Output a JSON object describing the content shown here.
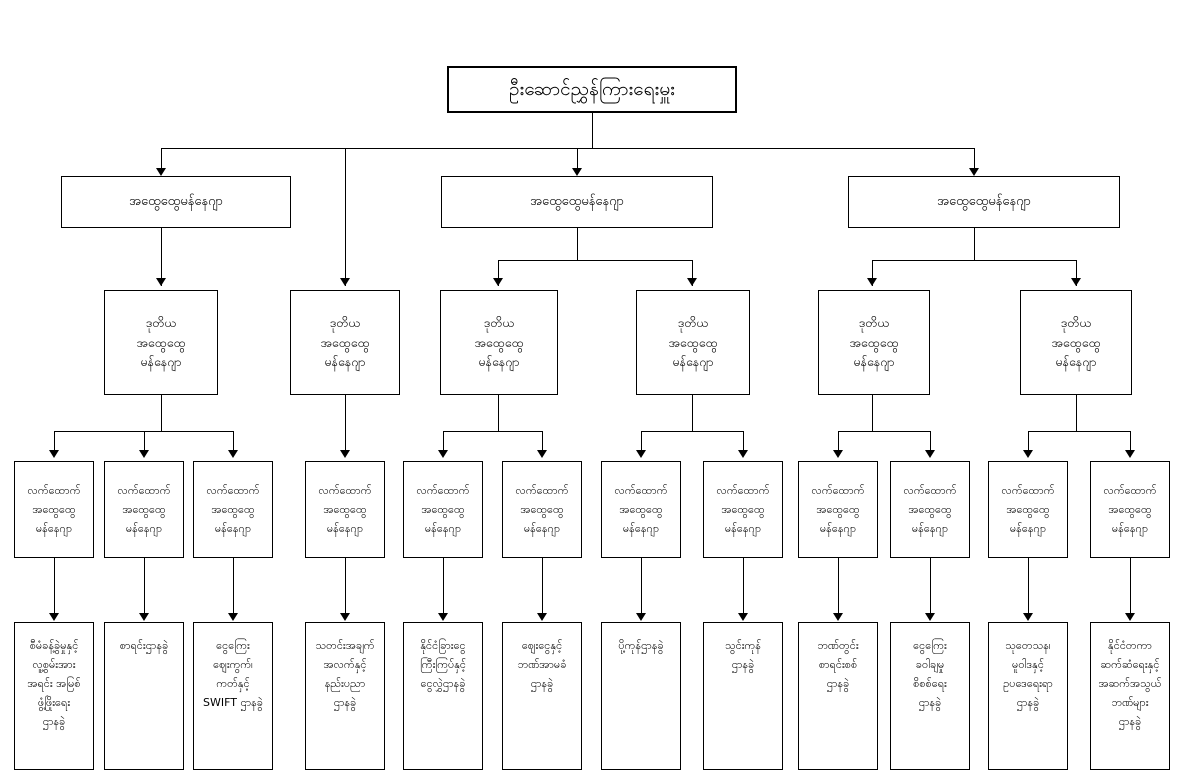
{
  "chart": {
    "title": "Organization Chart",
    "language": "Burmese",
    "orientation": "top-down",
    "levels": 5,
    "line_color": "#000000",
    "box_fill": "#ffffff",
    "box_border": "#000000"
  },
  "root": {
    "id": "root",
    "label": "ဦးဆောင်ညွှန်ကြားရေးမှူး",
    "role": "director-general"
  },
  "general_managers": [
    {
      "id": "gm1",
      "label": "အထွေထွေမန်နေဂျာ"
    },
    {
      "id": "gm2",
      "label": "အထွေထွေမန်နေဂျာ"
    },
    {
      "id": "gm3",
      "label": "အထွေထွေမန်နေဂျာ"
    }
  ],
  "deputy_general_managers": [
    {
      "id": "dgm1",
      "label": "ဒုတိယ\nအထွေထွေ\nမန်နေဂျာ",
      "parent": "gm1"
    },
    {
      "id": "dgm2",
      "label": "ဒုတိယ\nအထွေထွေ\nမန်နေဂျာ",
      "parent": "gm1"
    },
    {
      "id": "dgm3",
      "label": "ဒုတိယ\nအထွေထွေ\nမန်နေဂျာ",
      "parent": "gm2"
    },
    {
      "id": "dgm4",
      "label": "ဒုတိယ\nအထွေထွေ\nမန်နေဂျာ",
      "parent": "gm2"
    },
    {
      "id": "dgm5",
      "label": "ဒုတိယ\nအထွေထွေ\nမန်နေဂျာ",
      "parent": "gm3"
    },
    {
      "id": "dgm6",
      "label": "ဒုတိယ\nအထွေထွေ\nမန်နေဂျာ",
      "parent": "gm3"
    }
  ],
  "assistant_general_managers": [
    {
      "id": "agm1",
      "label": "လက်ထောက်\nအထွေထွေ\nမန်နေဂျာ",
      "parent": "dgm1"
    },
    {
      "id": "agm2",
      "label": "လက်ထောက်\nအထွေထွေ\nမန်နေဂျာ",
      "parent": "dgm1"
    },
    {
      "id": "agm3",
      "label": "လက်ထောက်\nအထွေထွေ\nမန်နေဂျာ",
      "parent": "dgm1"
    },
    {
      "id": "agm4",
      "label": "လက်ထောက်\nအထွေထွေ\nမန်နေဂျာ",
      "parent": "dgm2"
    },
    {
      "id": "agm5",
      "label": "လက်ထောက်\nအထွေထွေ\nမန်နေဂျာ",
      "parent": "dgm3"
    },
    {
      "id": "agm6",
      "label": "လက်ထောက်\nအထွေထွေ\nမန်နေဂျာ",
      "parent": "dgm3"
    },
    {
      "id": "agm7",
      "label": "လက်ထောက်\nအထွေထွေ\nမန်နေဂျာ",
      "parent": "dgm4"
    },
    {
      "id": "agm8",
      "label": "လက်ထောက်\nအထွေထွေ\nမန်နေဂျာ",
      "parent": "dgm4"
    },
    {
      "id": "agm9",
      "label": "လက်ထောက်\nအထွေထွေ\nမန်နေဂျာ",
      "parent": "dgm5"
    },
    {
      "id": "agm10",
      "label": "လက်ထောက်\nအထွေထွေ\nမန်နေဂျာ",
      "parent": "dgm5"
    },
    {
      "id": "agm11",
      "label": "လက်ထောက်\nအထွေထွေ\nမန်နေဂျာ",
      "parent": "dgm6"
    },
    {
      "id": "agm12",
      "label": "လက်ထောက်\nအထွေထွေ\nမန်နေဂျာ",
      "parent": "dgm6"
    }
  ],
  "departments": [
    {
      "id": "dep1",
      "label": "စီမံခန့်ခွဲမှုနှင့်\nလူ့စွမ်းအား\nအရင်း အမြစ်\nဖွံ့ဖြိုးရေး\nဌာနခွဲ",
      "parent": "agm1"
    },
    {
      "id": "dep2",
      "label": "စာရင်းဌာနခွဲ",
      "parent": "agm2"
    },
    {
      "id": "dep3",
      "label": "ငွေကြေး\nဈေးကွက်၊\nကတ်နှင့်\nSWIFT ဌာနခွဲ",
      "parent": "agm3"
    },
    {
      "id": "dep4",
      "label": "သတင်းအချက်\nအလက်နှင့်\nနည်းပညာ\nဌာနခွဲ",
      "parent": "agm4"
    },
    {
      "id": "dep5",
      "label": "နိုင်ငံခြားငွေ\nကြီးကြပ်နှင့်\nငွေလွှဲဌာနခွဲ",
      "parent": "agm5"
    },
    {
      "id": "dep6",
      "label": "ဈေးငွေနှင့်\nဘဏ်အာမခံ\nဌာနခွဲ",
      "parent": "agm6"
    },
    {
      "id": "dep7",
      "label": "ပို့ကုန်ဌာနခွဲ",
      "parent": "agm7"
    },
    {
      "id": "dep8",
      "label": "သွင်းကုန်\nဌာနခွဲ",
      "parent": "agm8"
    },
    {
      "id": "dep9",
      "label": "ဘဏ်တွင်း\nစာရင်းစစ်\nဌာနခွဲ",
      "parent": "agm9"
    },
    {
      "id": "dep10",
      "label": "ငွေကြေး\nခဝါချမှု\nစိစစ်ရေး\nဌာနခွဲ",
      "parent": "agm10"
    },
    {
      "id": "dep11",
      "label": "သုတေသန၊\nမူဝါဒနှင့်\nဥပဒေရေးရာ\nဌာနခွဲ",
      "parent": "agm11"
    },
    {
      "id": "dep12",
      "label": "နိုင်ငံတကာ\nဆက်ဆံရေးနှင့်\nအဆက်အသွယ်\nဘဏ်များ\nဌာနခွဲ",
      "parent": "agm12"
    }
  ]
}
